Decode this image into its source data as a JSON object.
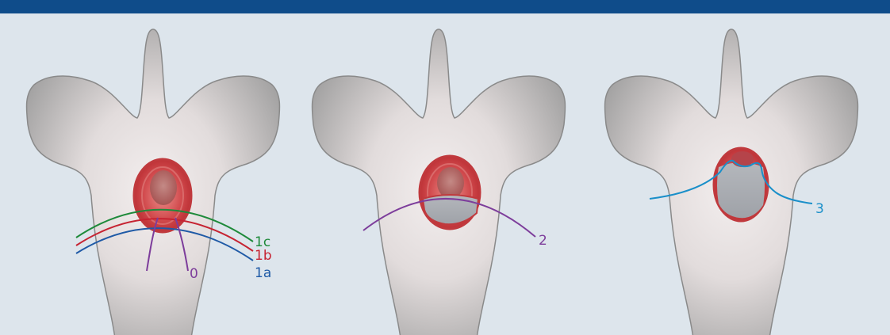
{
  "colors": {
    "background": "#dde5ec",
    "top_bar": "#0f4c8a",
    "vertebra_edge": "#8e8e8e",
    "vertebra_core": "#f3eeee",
    "tumor": "#c0393d",
    "tumor_core": "#a84a4a",
    "cavity": "#a9acb2",
    "line_0": "#7d3d9b",
    "line_1a": "#1f5aa6",
    "line_1b": "#c62332",
    "line_1c": "#1e8a3a",
    "line_2": "#7d3d9b",
    "line_3": "#1a8fc9"
  },
  "panels": [
    {
      "labels": [
        {
          "key": "0",
          "text": "0"
        },
        {
          "key": "1c",
          "text": "1c"
        },
        {
          "key": "1b",
          "text": "1b"
        },
        {
          "key": "1a",
          "text": "1a"
        }
      ]
    },
    {
      "labels": [
        {
          "key": "2",
          "text": "2"
        }
      ]
    },
    {
      "labels": [
        {
          "key": "3",
          "text": "3"
        }
      ]
    }
  ]
}
